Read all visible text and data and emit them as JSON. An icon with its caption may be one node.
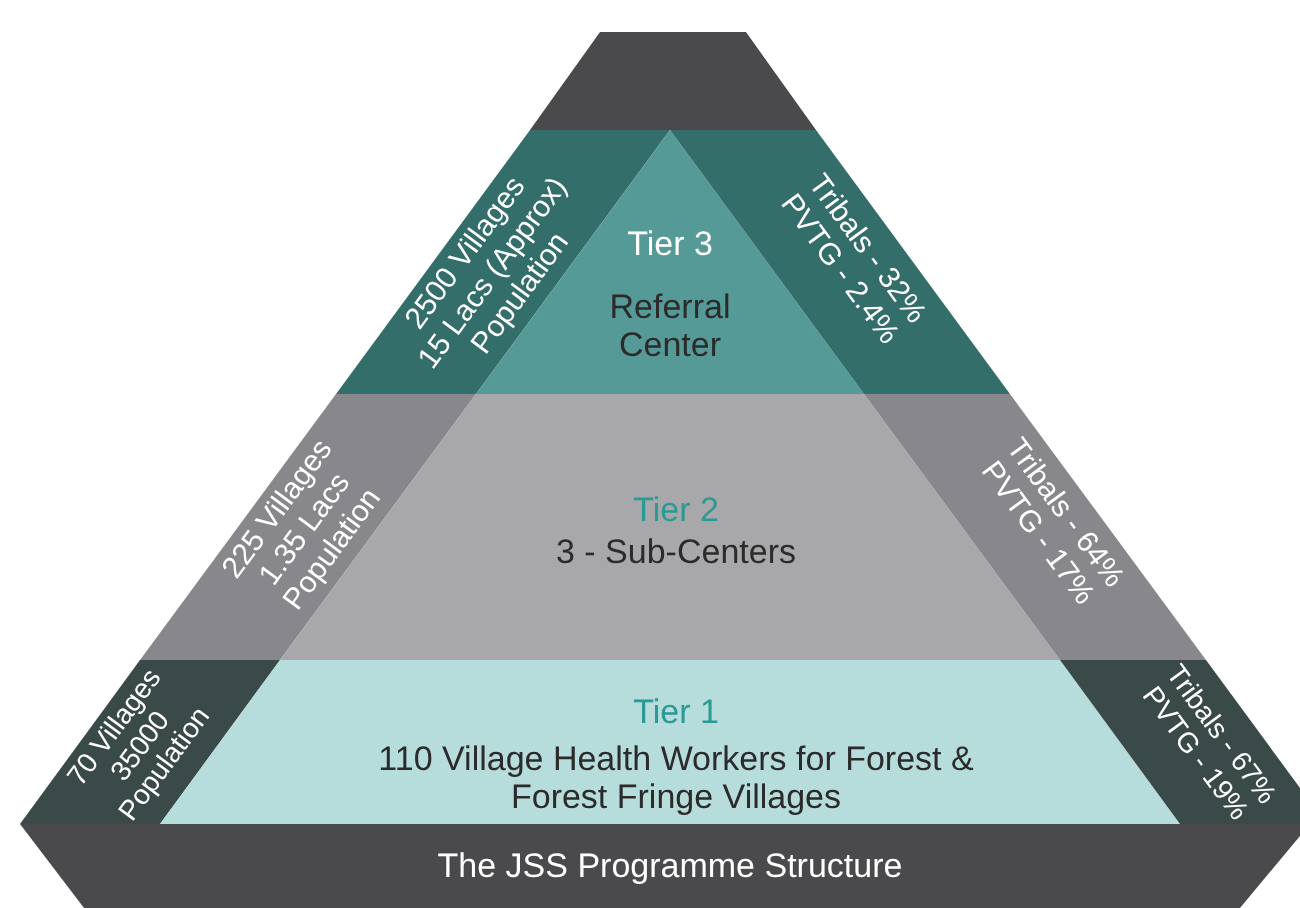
{
  "diagram": {
    "nodes": [
      {
        "text": [],
        "shape": "bar"
      },
      {
        "text": [
          "2500 Villages 15 Lacs (Approx) Population"
        ]
      },
      {
        "text": [
          "Tier 3",
          "Referral Center"
        ]
      },
      {
        "text": [
          "Tribals - 32% PVTG - 2.4%"
        ]
      },
      {
        "text": [
          "225 Villages 1.35 Lacs Population"
        ]
      },
      {
        "text": [
          "Tier 2",
          "3 - Sub-Centers"
        ]
      },
      {
        "text": [
          "Tribals - 64% PVTG - 17%"
        ]
      },
      {
        "text": [
          "70 Villages 35000 Population"
        ]
      },
      {
        "text": [
          "Tier 1",
          "110 Village Health Workers for Forest & Forest Fringe Villages"
        ]
      },
      {
        "text": [
          "Tribals - 67% PVTG - 19%"
        ]
      },
      {
        "text": [
          "The JSS Programme Structure"
        ]
      }
    ],
    "edges": []
  }
}
